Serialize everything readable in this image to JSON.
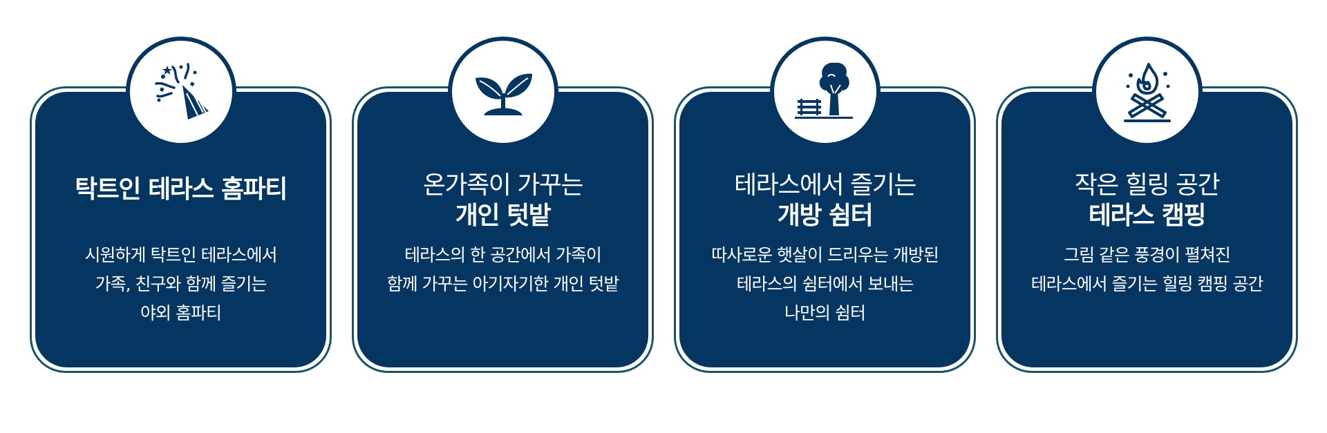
{
  "colors": {
    "card_fill": "#043661",
    "card_border": "#17546a",
    "text": "#ffffff"
  },
  "cards": [
    {
      "icon": "party-popper-icon",
      "title_line1": "탁트인 테라스 홈파티",
      "desc_lines": [
        "시원하게 탁트인 테라스에서",
        "가족, 친구와 함께 즐기는",
        "야외 홈파티"
      ]
    },
    {
      "icon": "sprout-icon",
      "title_line1": "온가족이 가꾸는",
      "title_line2": "개인 텃밭",
      "desc_lines": [
        "테라스의 한 공간에서 가족이",
        "함께 가꾸는 아기자기한 개인 텃밭"
      ]
    },
    {
      "icon": "tree-bench-icon",
      "title_line1": "테라스에서 즐기는",
      "title_line2": "개방 쉼터",
      "desc_lines": [
        "따사로운 햇살이 드리우는 개방된",
        "테라스의 쉼터에서 보내는",
        "나만의 쉼터"
      ]
    },
    {
      "icon": "campfire-icon",
      "title_line1": "작은 힐링 공간",
      "title_line2": "테라스 캠핑",
      "desc_lines": [
        "그림 같은 풍경이 펼쳐진",
        "테라스에서 즐기는 힐링 캠핑 공간"
      ]
    }
  ]
}
